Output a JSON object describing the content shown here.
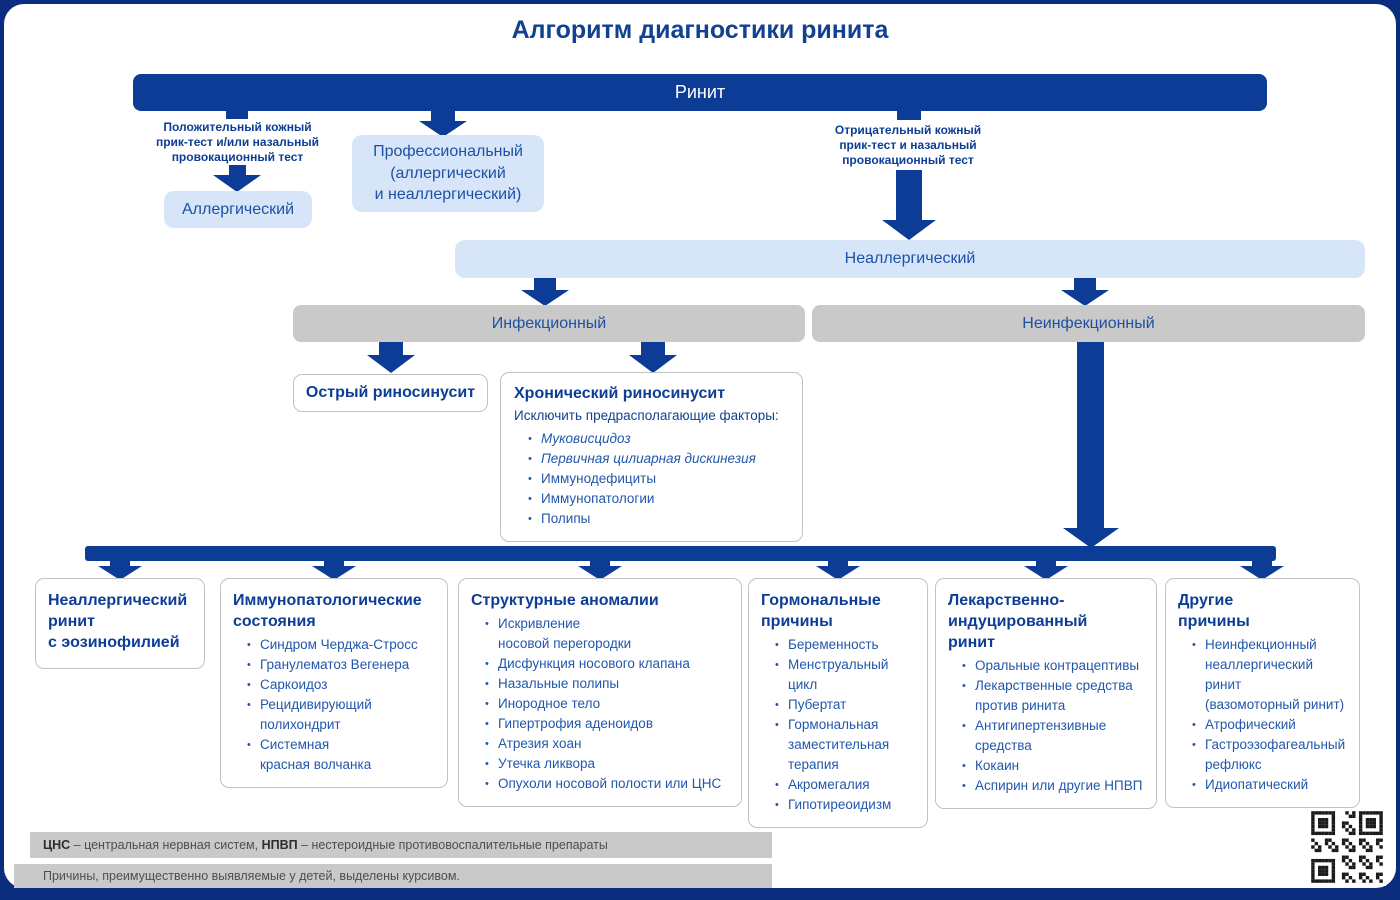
{
  "title": "Алгоритм диагностики ринита",
  "colors": {
    "navy": "#0c3c95",
    "light_blue": "#d7e5f8",
    "gray": "#c9c9c9",
    "title_blue": "#12418f",
    "bullet_blue": "#2257ab",
    "box_text_blue": "#1d51a8"
  },
  "root": {
    "label": "Ринит"
  },
  "branches": {
    "positive_condition": "Положительный кожный\nприк-тест и/или назальный\nпровокационный тест",
    "allergic": "Аллергический",
    "occupational": "Профессиональный\n(аллергический\nи неаллергический)",
    "negative_condition": "Отрицательный кожный\nприк-тест и назальный\nпровокационный тест",
    "nonallergic": "Неаллергический",
    "infectious": "Инфекционный",
    "noninfectious": "Неинфекционный"
  },
  "infectious_branch": {
    "acute": "Острый риносинусит",
    "chronic": {
      "title": "Хронический риносинусит",
      "subtitle": "Исключить предрасполагающие факторы:",
      "items": [
        {
          "t": "Муковисцидоз",
          "i": true
        },
        {
          "t": "Первичная цилиарная дискинезия",
          "i": true
        },
        {
          "t": "Иммунодефициты"
        },
        {
          "t": "Иммунопатологии"
        },
        {
          "t": "Полипы"
        }
      ]
    }
  },
  "causes": {
    "boxes": [
      {
        "title": "Неаллергический\nринит\nс эозинофилией",
        "items": []
      },
      {
        "title": "Иммунопатологические\nсостояния",
        "items": [
          {
            "t": "Синдром Черджа-Стросс"
          },
          {
            "t": "Гранулематоз Вегенера"
          },
          {
            "t": "Саркоидоз"
          },
          {
            "t": "Рецидивирующий\nполихондрит"
          },
          {
            "t": "Системная\nкрасная волчанка"
          }
        ]
      },
      {
        "title": "Структурные аномалии",
        "items": [
          {
            "t": "Искривление\nносовой перегородки"
          },
          {
            "t": "Дисфункция носового клапана"
          },
          {
            "t": "Назальные полипы"
          },
          {
            "t": "Инородное тело"
          },
          {
            "t": "Гипертрофия аденоидов"
          },
          {
            "t": "Атрезия хоан"
          },
          {
            "t": "Утечка ликвора"
          },
          {
            "t": "Опухоли носовой полости или ЦНС"
          }
        ]
      },
      {
        "title": "Гормональные\nпричины",
        "items": [
          {
            "t": "Беременность"
          },
          {
            "t": "Менструальный цикл"
          },
          {
            "t": "Пубертат"
          },
          {
            "t": "Гормональная\nзаместительная\nтерапия"
          },
          {
            "t": "Акромегалия"
          },
          {
            "t": "Гипотиреоидизм"
          }
        ]
      },
      {
        "title": "Лекарственно-\nиндуцированный\nринит",
        "items": [
          {
            "t": "Оральные контрацептивы"
          },
          {
            "t": "Лекарственные средства\nпротив ринита"
          },
          {
            "t": "Антигипертензивные\nсредства"
          },
          {
            "t": "Кокаин"
          },
          {
            "t": "Аспирин или другие НПВП"
          }
        ]
      },
      {
        "title": "Другие\nпричины",
        "items": [
          {
            "t": "Неинфекционный\nнеаллергический ринит\n(вазомоторный ринит)"
          },
          {
            "t": "Атрофический"
          },
          {
            "t": "Гастроэзофагеальный\nрефлюкс"
          },
          {
            "t": "Идиопатический"
          }
        ]
      }
    ]
  },
  "notes": {
    "abbr1": "ЦНС",
    "seg1": " – центральная нервная систем, ",
    "abbr2": "НПВП",
    "seg2": " – нестероидные противовоспалительные препараты",
    "note2": "Причины, преимущественно выявляемые у детей, выделены курсивом."
  },
  "icons": {
    "qr": "qr-code"
  }
}
